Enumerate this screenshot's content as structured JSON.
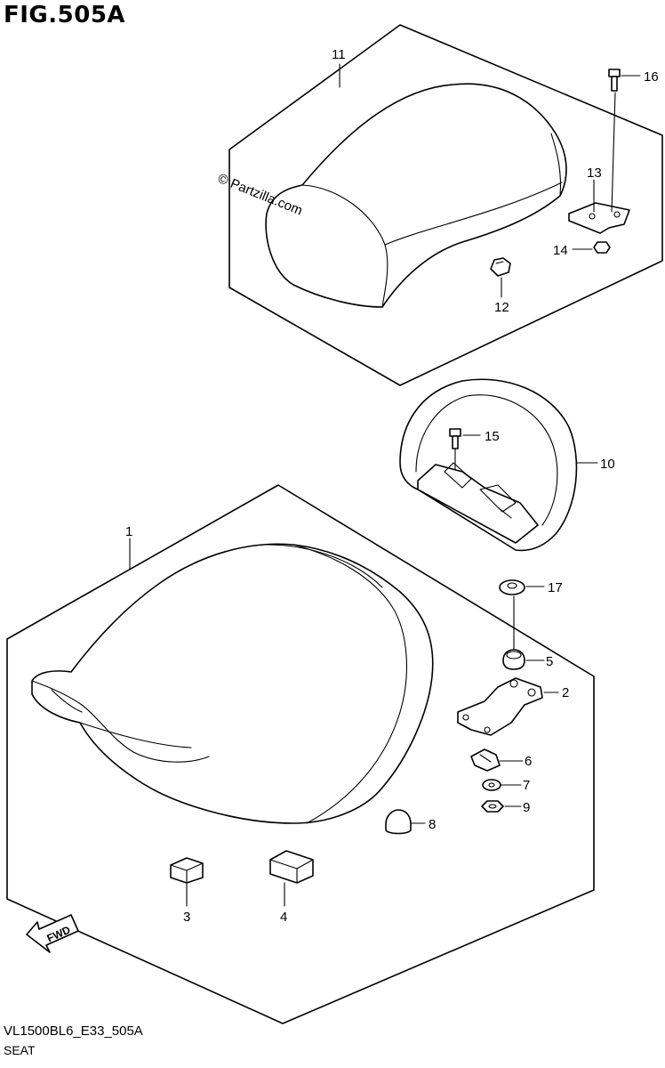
{
  "figure": {
    "title": "FIG.505A",
    "footer_code": "VL1500BL6_E33_505A",
    "footer_name": "SEAT",
    "watermark": "© Partzilla.com",
    "fwd_label": "FWD"
  },
  "callouts": [
    {
      "id": "1",
      "label": "1"
    },
    {
      "id": "2",
      "label": "2"
    },
    {
      "id": "3",
      "label": "3"
    },
    {
      "id": "4",
      "label": "4"
    },
    {
      "id": "5",
      "label": "5"
    },
    {
      "id": "6",
      "label": "6"
    },
    {
      "id": "7",
      "label": "7"
    },
    {
      "id": "8",
      "label": "8"
    },
    {
      "id": "9",
      "label": "9"
    },
    {
      "id": "10",
      "label": "10"
    },
    {
      "id": "11",
      "label": "11"
    },
    {
      "id": "12",
      "label": "12"
    },
    {
      "id": "13",
      "label": "13"
    },
    {
      "id": "14",
      "label": "14"
    },
    {
      "id": "15",
      "label": "15"
    },
    {
      "id": "16",
      "label": "16"
    },
    {
      "id": "17",
      "label": "17"
    }
  ]
}
